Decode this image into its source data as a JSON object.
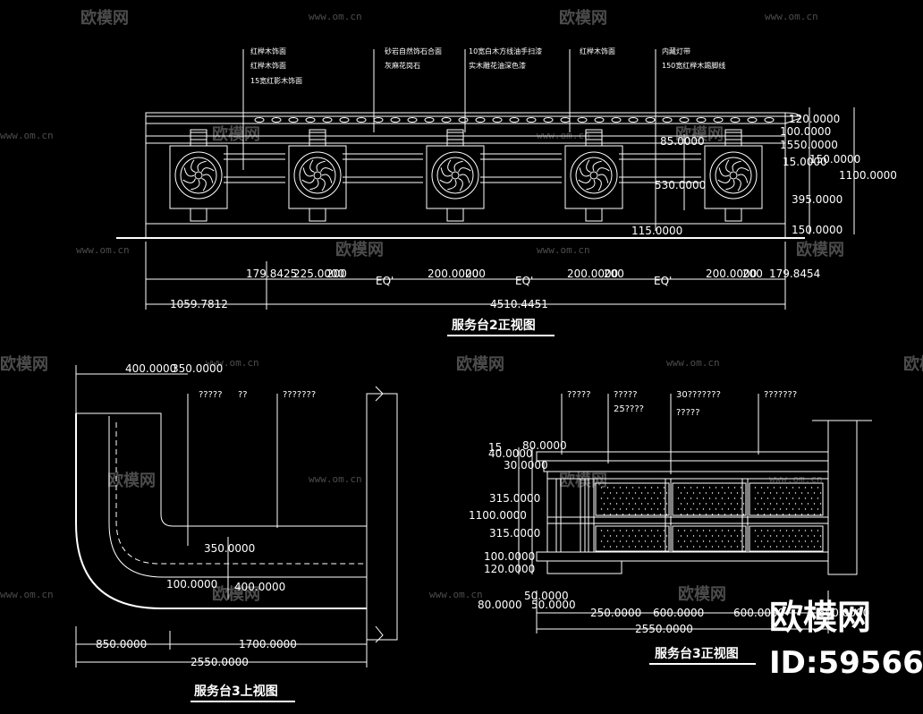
{
  "watermark": {
    "brand": "欧模网",
    "url": "www.om.cn"
  },
  "badge": {
    "brand": "欧模网",
    "id": "ID:595661"
  },
  "view_front2": {
    "title": "服务台2正视图",
    "notes": [
      "红榉木饰面",
      "红榉木饰面",
      "15宽红影木饰面",
      "砂岩自然饰石合面",
      "灰麻花岗石",
      "10宽白木方线油手扫漆",
      "实木雕花油深色漆",
      "红榉木饰面",
      "内藏灯带",
      "150宽红榉木踢脚线"
    ],
    "dims_right": [
      "120.0000",
      "100.0000",
      "85.0000",
      "1550.0000",
      "15.0000",
      "150.0000",
      "530.0000",
      "395.0000",
      "115.0000",
      "150.0000",
      "1100.0000"
    ],
    "dims_bottom": [
      "179.8425",
      "225.0000",
      "200",
      "EQ'",
      "200.0000",
      "200",
      "EQ'",
      "200.0000",
      "200",
      "EQ'",
      "200.0000",
      "200",
      "179.8454",
      "1059.7812",
      "4510.4451"
    ]
  },
  "view_top3": {
    "title": "服务台3上视图",
    "notes": [
      "?????",
      "??",
      "???????"
    ],
    "dims": [
      "400.0000",
      "350.0000",
      "350.0000",
      "100.0000",
      "400.0000",
      "850.0000",
      "1700.0000",
      "2550.0000"
    ]
  },
  "view_front3": {
    "title": "服务台3正视图",
    "notes": [
      "?????",
      "?????",
      "25????",
      "30???????",
      "?????",
      "???????"
    ],
    "dims_left": [
      "15",
      "80.0000",
      "40.0000",
      "30.0000",
      "315.0000",
      "1100.0000",
      "315.0000",
      "100.0000",
      "120.0000",
      "50.0000",
      "80.0000",
      "50.0000"
    ],
    "dims_bottom": [
      "250.0000",
      "600.0000",
      "600.0000",
      "600.0000",
      "2550.0000"
    ]
  }
}
